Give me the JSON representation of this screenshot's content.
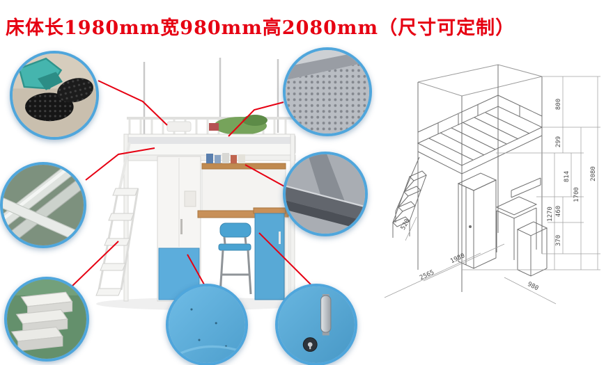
{
  "title": "床体长1980mm宽980mm高2080mm（尺寸可定制）",
  "accent_color": "#e60012",
  "callout_ring_color": "#4fa6dc",
  "callouts": [
    {
      "name": "foot-pad-detail"
    },
    {
      "name": "frame-tube-detail"
    },
    {
      "name": "ladder-step-detail"
    },
    {
      "name": "perforated-panel-detail"
    },
    {
      "name": "beam-joint-detail"
    },
    {
      "name": "door-panel-detail"
    },
    {
      "name": "handle-lock-detail"
    }
  ],
  "drawing": {
    "dims": {
      "h800": "800",
      "h299": "299",
      "h814": "814",
      "h1270": "1270",
      "h1700": "1700",
      "h2080": "2080",
      "h460": "460",
      "h370": "370",
      "b520": "520",
      "b1980": "1980",
      "b2565": "2565",
      "b980": "980"
    }
  }
}
